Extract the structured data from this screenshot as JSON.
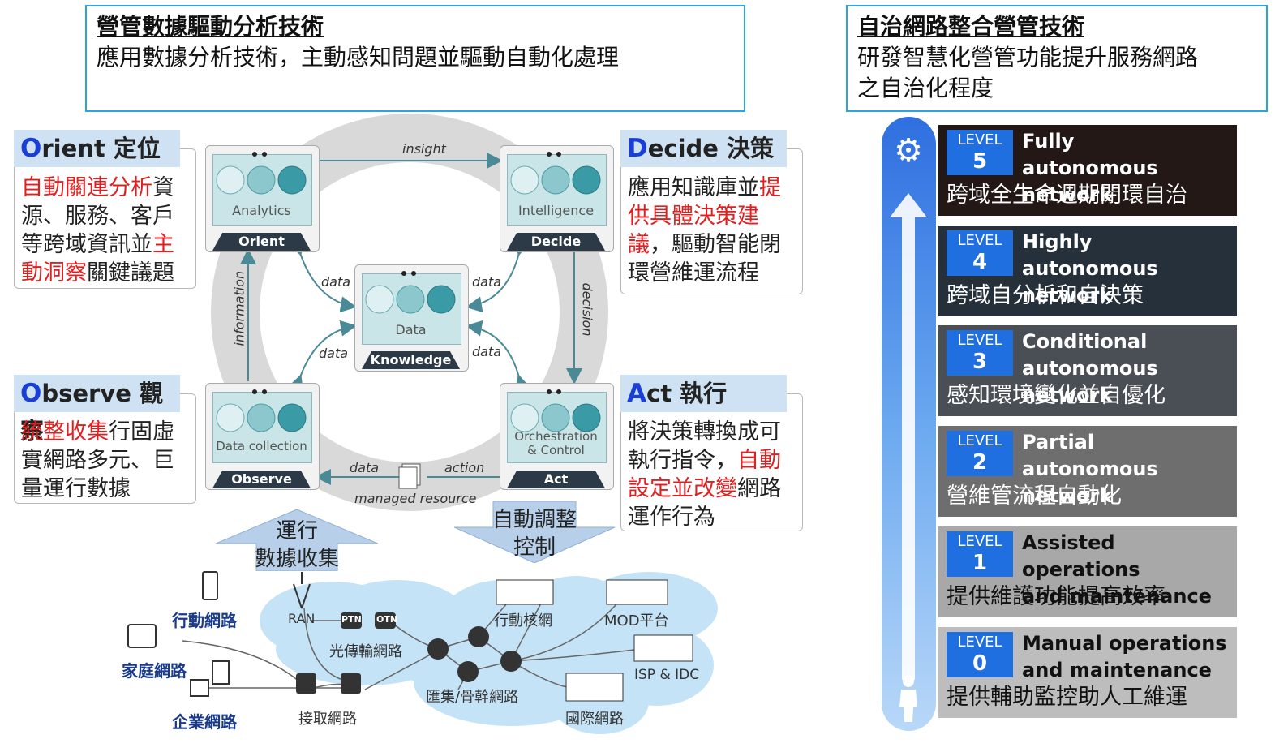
{
  "left_header": {
    "title": "營管數據驅動分析技術",
    "subtitle": "應用數據分析技術，主動感知問題並驅動自動化處理"
  },
  "right_header": {
    "title": "自治網路整合營管技術",
    "subtitle_line1": "研發智慧化營管功能提升服務網路",
    "subtitle_line2": "之自治化程度"
  },
  "ooda": {
    "orient": {
      "letter": "O",
      "rest": "rient 定位",
      "desc_parts": [
        "自動關連分析",
        "資源、服務、客戶等跨域資訊並",
        "主動洞察",
        "關鍵議題"
      ]
    },
    "decide": {
      "letter": "D",
      "rest": "ecide 決策",
      "desc_parts": [
        "應用知識庫並",
        "提供具體決策建議",
        "，驅動智能閉環營維運流程"
      ]
    },
    "observe": {
      "letter": "O",
      "rest": "bserve 觀察",
      "desc_parts": [
        "統整收集",
        "行固虛實網路多元、巨量運行數據"
      ]
    },
    "act": {
      "letter": "A",
      "rest": "ct 執行",
      "desc_parts": [
        "將決策轉換成可執行指令，",
        "自動設定並改變",
        "網路運作行為"
      ]
    }
  },
  "loop": {
    "analytics": "Analytics",
    "orient_btn": "Orient",
    "intelligence": "Intelligence",
    "decide_btn": "Decide",
    "data_box": "Data",
    "knowledge_btn": "Knowledge",
    "data_collection": "Data collection",
    "observe_btn": "Observe",
    "orch1": "Orchestration",
    "orch2": "& Control",
    "act_btn": "Act",
    "insight": "insight",
    "information": "information",
    "decision": "decision",
    "action": "action",
    "data": "data",
    "managed_resource": "managed resource"
  },
  "arrows": {
    "up1": "運行",
    "up2": "數據收集",
    "down1": "自動調整",
    "down2": "控制"
  },
  "network": {
    "mobile": "行動網路",
    "home": "家庭網路",
    "enterprise": "企業網路",
    "ran": "RAN",
    "ptn": "PTN",
    "otn": "OTN",
    "optical": "光傳輸網路",
    "access": "接取網路",
    "aggregation": "匯集/骨幹網路",
    "mobile_core": "行動核網",
    "mod": "MOD平台",
    "isp": "ISP & IDC",
    "intl": "國際網路"
  },
  "levels": [
    {
      "word": "LEVEL",
      "num": "5",
      "name": "Fully\nautonomous network",
      "desc": "跨域全生命週期閉環自治",
      "bg": "#231815"
    },
    {
      "word": "LEVEL",
      "num": "4",
      "name": "Highly\nautonomous network",
      "desc": "跨域自分析和自決策",
      "bg": "#25303b"
    },
    {
      "word": "LEVEL",
      "num": "3",
      "name": "Conditional\nautonomous network",
      "desc": "感知環境變化並自優化",
      "bg": "#4a4f56"
    },
    {
      "word": "LEVEL",
      "num": "2",
      "name": "Partial\nautonomous network",
      "desc": "營維管流程自動化",
      "bg": "#6e6e6e"
    },
    {
      "word": "LEVEL",
      "num": "1",
      "name": "Assisted operations\nand maintenance",
      "desc": "提供維護功能提高效率",
      "bg": "#a8a8a8",
      "fg": "#111"
    },
    {
      "word": "LEVEL",
      "num": "0",
      "name": "Manual operations\nand maintenance",
      "desc": "提供輔助監控助人工維運",
      "bg": "#bdbdbd",
      "fg": "#111"
    }
  ]
}
